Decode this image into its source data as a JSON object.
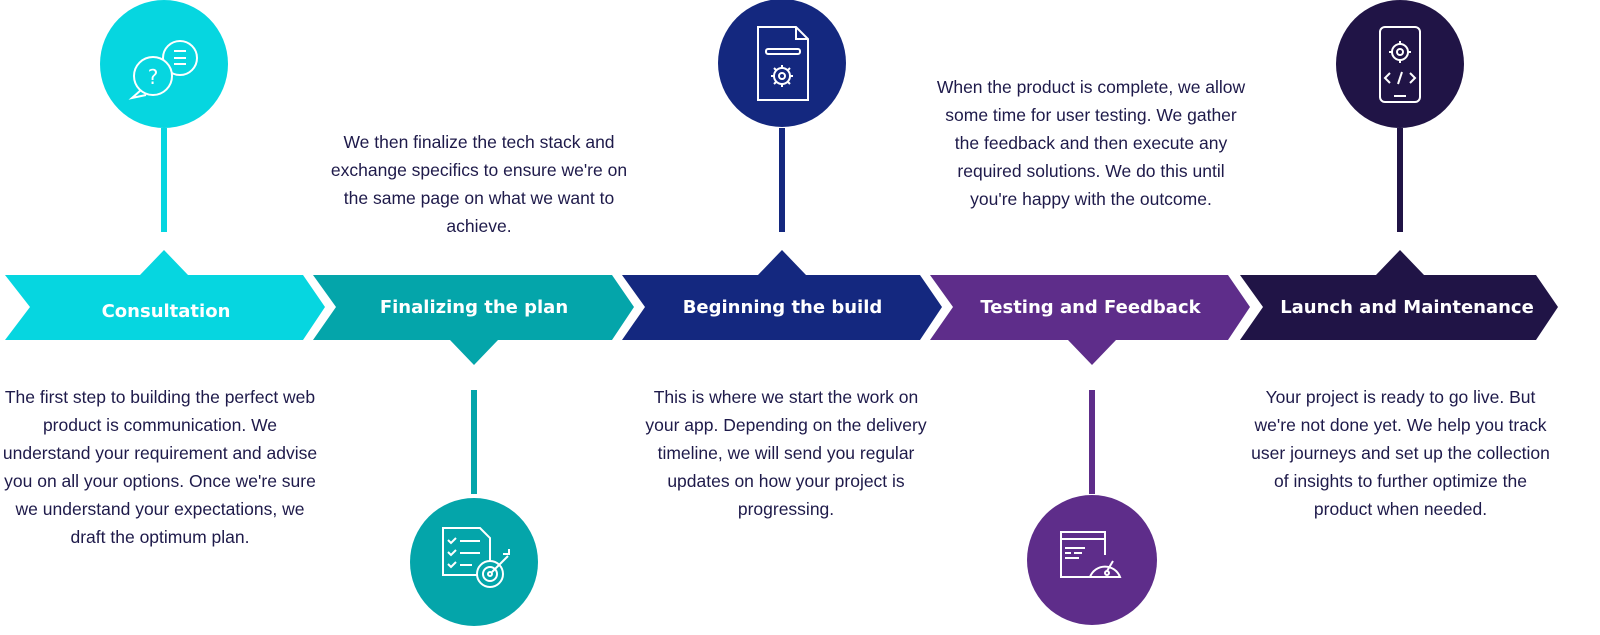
{
  "colors": {
    "step1": "#06d6e0",
    "step2": "#04a5aa",
    "step3": "#14287f",
    "step4": "#5e2d8a",
    "step5": "#201446",
    "text": "#1e1a4a"
  },
  "steps": [
    {
      "title": "Consultation",
      "icon": "chat-question-icon",
      "description": "The first step to building the perfect web product is communication. We understand your requirement and advise you on all your options. Once we're sure we understand your expectations, we draft the optimum plan."
    },
    {
      "title": "Finalizing the plan",
      "icon": "checklist-target-icon",
      "description": "We then finalize the tech stack and exchange specifics to ensure we're on the same page on what we want to achieve."
    },
    {
      "title": "Beginning the build",
      "icon": "document-gear-icon",
      "description": "This is where we start the work on your app. Depending on the delivery timeline, we will send you regular updates on how your project is progressing."
    },
    {
      "title": "Testing and Feedback",
      "icon": "browser-gauge-icon",
      "description": "When the product is complete, we allow some time for user testing. We gather the feedback and then execute any required solutions. We do this until you're happy with the outcome."
    },
    {
      "title": "Launch and Maintenance",
      "icon": "phone-code-gear-icon",
      "description": "Your project is ready to go live. But we're not done yet. We help you track user journeys and set up the collection of insights to further optimize the product when needed."
    }
  ]
}
